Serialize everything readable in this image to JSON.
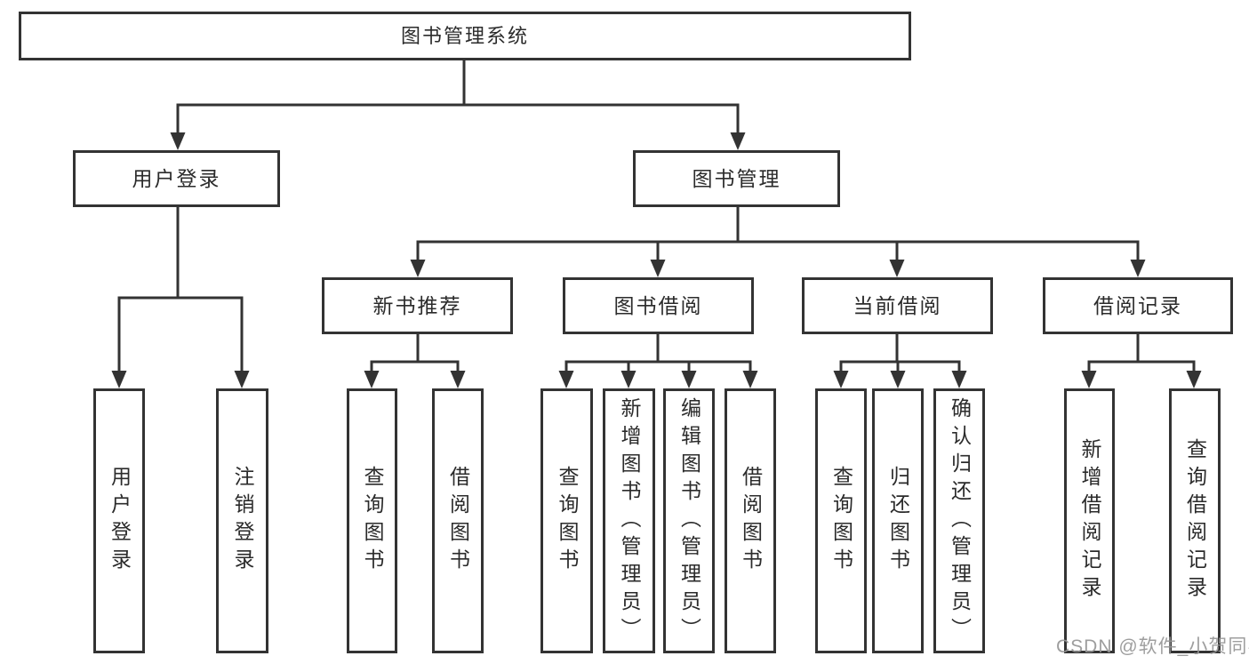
{
  "tree": {
    "root": {
      "label": "图书管理系统"
    },
    "branches": [
      {
        "label": "用户登录",
        "children": [
          {
            "label": "用户登录"
          },
          {
            "label": "注销登录"
          }
        ]
      },
      {
        "label": "图书管理",
        "children": [
          {
            "label": "新书推荐",
            "children": [
              {
                "label": "查询图书"
              },
              {
                "label": "借阅图书"
              }
            ]
          },
          {
            "label": "图书借阅",
            "children": [
              {
                "label": "查询图书"
              },
              {
                "label": "新增图书（管理员）"
              },
              {
                "label": "编辑图书（管理员）"
              },
              {
                "label": "借阅图书"
              }
            ]
          },
          {
            "label": "当前借阅",
            "children": [
              {
                "label": "查询图书"
              },
              {
                "label": "归还图书"
              },
              {
                "label": "确认归还（管理员）"
              }
            ]
          },
          {
            "label": "借阅记录",
            "children": [
              {
                "label": "新增借阅记录"
              },
              {
                "label": "查询借阅记录"
              }
            ]
          }
        ]
      }
    ]
  },
  "watermark": {
    "text": "CSDN @软件_小贺同学"
  },
  "colors": {
    "line": "#333333",
    "box_border": "#333333",
    "text": "#2b2b2b",
    "watermark": "#969696",
    "background": "#ffffff"
  }
}
